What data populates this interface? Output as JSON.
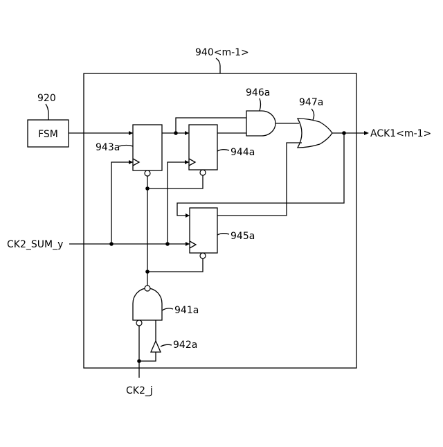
{
  "labels": {
    "block": "940<m-1>",
    "fsm_ref": "920",
    "fsm": "FSM",
    "and_946": "946a",
    "or_947": "947a",
    "output": "ACK1<m-1>",
    "ff_943": "943a",
    "ff_944": "944a",
    "ff_945": "945a",
    "clock_in": "CK2_SUM_y",
    "nand_941": "941a",
    "inv_942": "942a",
    "reset_in": "CK2_j"
  }
}
